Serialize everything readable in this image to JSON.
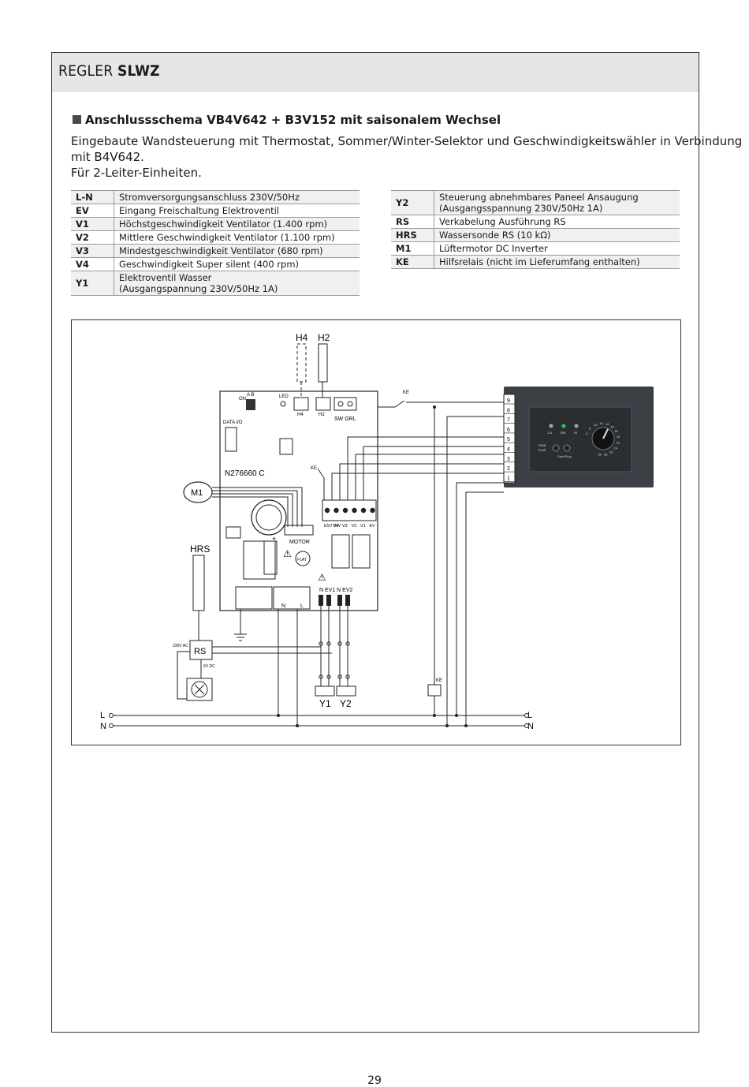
{
  "header": {
    "prefix": "REGLER ",
    "bold": "SLWZ"
  },
  "section_title": "Anschlussschema VB4V642 + B3V152 mit saisonalem Wechsel",
  "intro": [
    "Eingebaute Wandsteuerung mit Thermostat, Sommer/Winter-Selektor und Geschwindigkeitswähler in Verbindung",
    "mit B4V642.",
    "Für 2-Leiter-Einheiten."
  ],
  "legend_left": [
    {
      "key": "L-N",
      "desc": [
        "Stromversorgungsanschluss 230V/50Hz"
      ]
    },
    {
      "key": "EV",
      "desc": [
        "Eingang Freischaltung Elektroventil"
      ]
    },
    {
      "key": "V1",
      "desc": [
        "Höchstgeschwindigkeit Ventilator (1.400 rpm)"
      ]
    },
    {
      "key": "V2",
      "desc": [
        "Mittlere Geschwindigkeit Ventilator (1.100 rpm)"
      ]
    },
    {
      "key": "V3",
      "desc": [
        "Mindestgeschwindigkeit Ventilator (680 rpm)"
      ]
    },
    {
      "key": "V4",
      "desc": [
        "Geschwindigkeit Super silent (400 rpm)"
      ]
    },
    {
      "key": "Y1",
      "desc": [
        "Elektroventil  Wasser",
        "(Ausgangspannung 230V/50Hz  1A)"
      ]
    }
  ],
  "legend_right": [
    {
      "key": "Y2",
      "desc": [
        "Steuerung abnehmbares Paneel  Ansaugung",
        "(Ausgangsspannung 230V/50Hz 1A)"
      ]
    },
    {
      "key": "RS",
      "desc": [
        "Verkabelung Ausführung RS"
      ]
    },
    {
      "key": "HRS",
      "desc": [
        "Wassersonde RS (10 kΩ)"
      ]
    },
    {
      "key": "M1",
      "desc": [
        " Lüftermotor DC Inverter"
      ]
    },
    {
      "key": "KE",
      "desc": [
        " Hilfsrelais (nicht im Lieferumfang enthalten)"
      ]
    }
  ],
  "diagram": {
    "sensor_labels": [
      "H4",
      "H2"
    ],
    "board_code": "N276660 C",
    "on_label": "ON",
    "ab_label": "A B",
    "led_label": "LED",
    "data_io_label": "DATA I/O",
    "h4_small": "H4",
    "h2_small": "H2",
    "swgrl_label": "SW GRL",
    "motor_label": "MOTOR",
    "fuse_label": "F1AT",
    "plus_label": "+",
    "terminal_labels": [
      "EST INV",
      "V4",
      "V3",
      "V2",
      "V1",
      "EV"
    ],
    "power_terminal_labels": [
      "N",
      "L"
    ],
    "valve_terminal_label": "N EV1 N EV2",
    "m1_label": "M1",
    "hrs_label": "HRS",
    "rs_label": "RS",
    "rs_voltage_ac": "230V AC",
    "rs_voltage_dc": "6V DC",
    "ke_labels": [
      "KE",
      "KE",
      "KE"
    ],
    "valve_labels": [
      "Y1",
      "Y2"
    ],
    "line_labels": [
      "L",
      "N",
      "L",
      "N"
    ],
    "panel_terminals": [
      "9",
      "8",
      "7",
      "6",
      "5",
      "4",
      "3",
      "2",
      "1"
    ],
    "panel_speed_labels": [
      "Lo",
      "Me",
      "Hi"
    ],
    "panel_mode_label": [
      "Heat",
      "Cool"
    ],
    "panel_start_label": "Start/Stop",
    "dial_numbers": [
      "6",
      "8",
      "10",
      "12",
      "14",
      "16",
      "18",
      "20",
      "22",
      "24",
      "26",
      "28",
      "30"
    ]
  },
  "page_number": "29",
  "colors": {
    "header_bg": "#e6e6e6",
    "panel_body": "#3c4046",
    "panel_face": "#2a2d31",
    "led_green": "#35c24a"
  }
}
